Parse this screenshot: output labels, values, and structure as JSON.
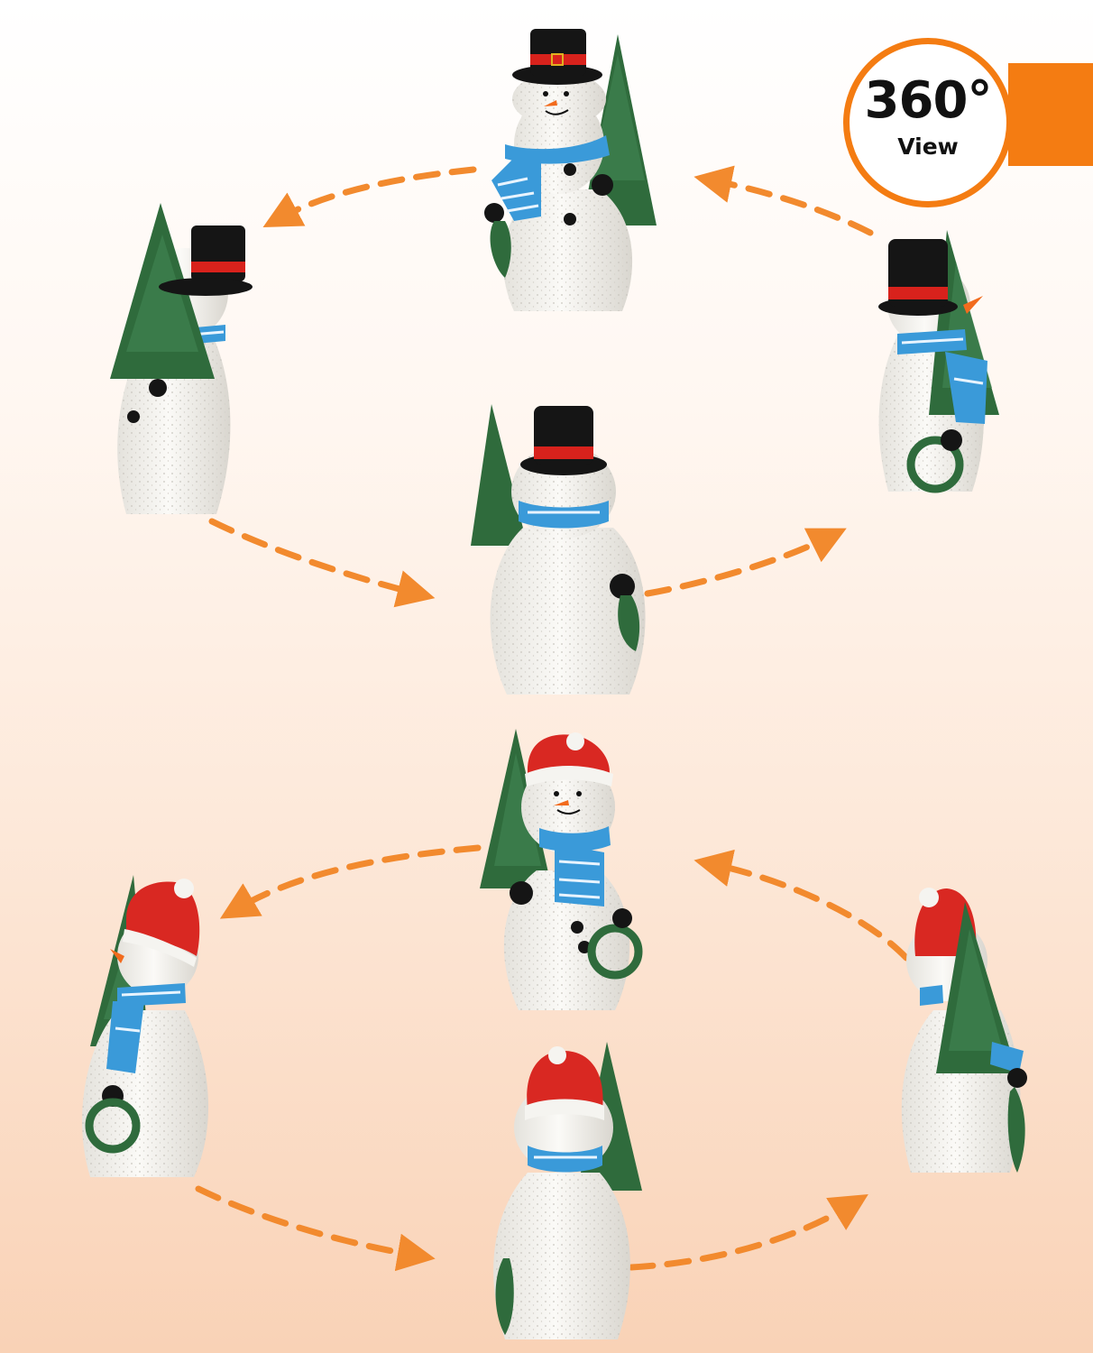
{
  "badge": {
    "main_text": "360°",
    "sub_text": "View",
    "accent_color": "#f47c12"
  },
  "figures": [
    {
      "variant": "top-hat",
      "view": "front"
    },
    {
      "variant": "top-hat",
      "view": "left-side"
    },
    {
      "variant": "top-hat",
      "view": "back"
    },
    {
      "variant": "top-hat",
      "view": "right-side"
    },
    {
      "variant": "santa-hat",
      "view": "front"
    },
    {
      "variant": "santa-hat",
      "view": "left-side"
    },
    {
      "variant": "santa-hat",
      "view": "back"
    },
    {
      "variant": "santa-hat",
      "view": "right-side"
    }
  ],
  "colors": {
    "scarf": "#3a9ad9",
    "scarf_stripe": "#e8f4ff",
    "top_hat": "#151515",
    "hat_band": "#d8221c",
    "santa_hat": "#d92822",
    "tree": "#2f6b3c",
    "body": "#f3f2ee",
    "arrow": "#f28a2e"
  }
}
